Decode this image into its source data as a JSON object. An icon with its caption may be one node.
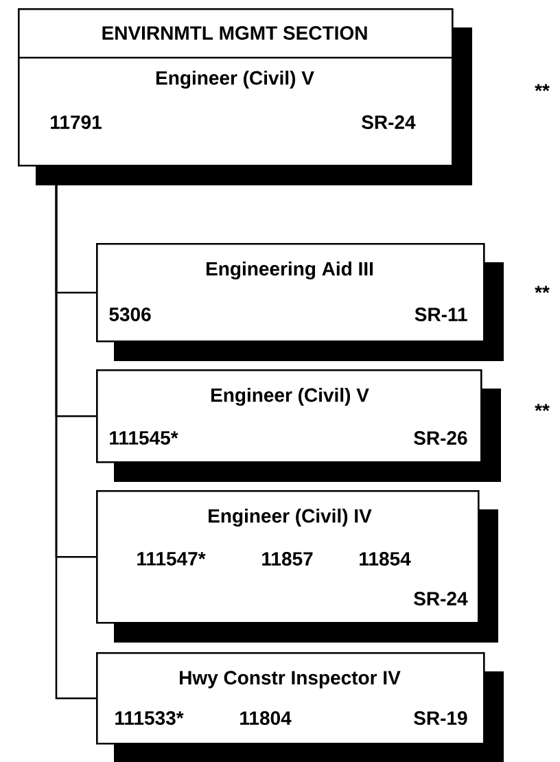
{
  "diagram": {
    "nodes": [
      {
        "text": [
          "ENVIRNMTL MGMT SECTION",
          "Engineer (Civil) V",
          "11791",
          "SR-24"
        ],
        "beside": [
          "**"
        ]
      },
      {
        "text": [
          "Engineering Aid III",
          "5306",
          "SR-11"
        ],
        "beside": [
          "**"
        ]
      },
      {
        "text": [
          "Engineer (Civil) V",
          "111545*",
          "SR-26"
        ],
        "beside": [
          "**"
        ]
      },
      {
        "text": [
          "Engineer (Civil) IV",
          "111547*",
          "11857",
          "11854",
          "SR-24"
        ]
      },
      {
        "text": [
          "Hwy Constr Inspector IV",
          "111533*",
          "11804",
          "SR-19"
        ]
      }
    ],
    "edges": [
      {
        "from": 0,
        "to": 1,
        "arrow": "none"
      },
      {
        "from": 0,
        "to": 2,
        "arrow": "none"
      },
      {
        "from": 0,
        "to": 3,
        "arrow": "none"
      },
      {
        "from": 0,
        "to": 4,
        "arrow": "none"
      }
    ]
  }
}
